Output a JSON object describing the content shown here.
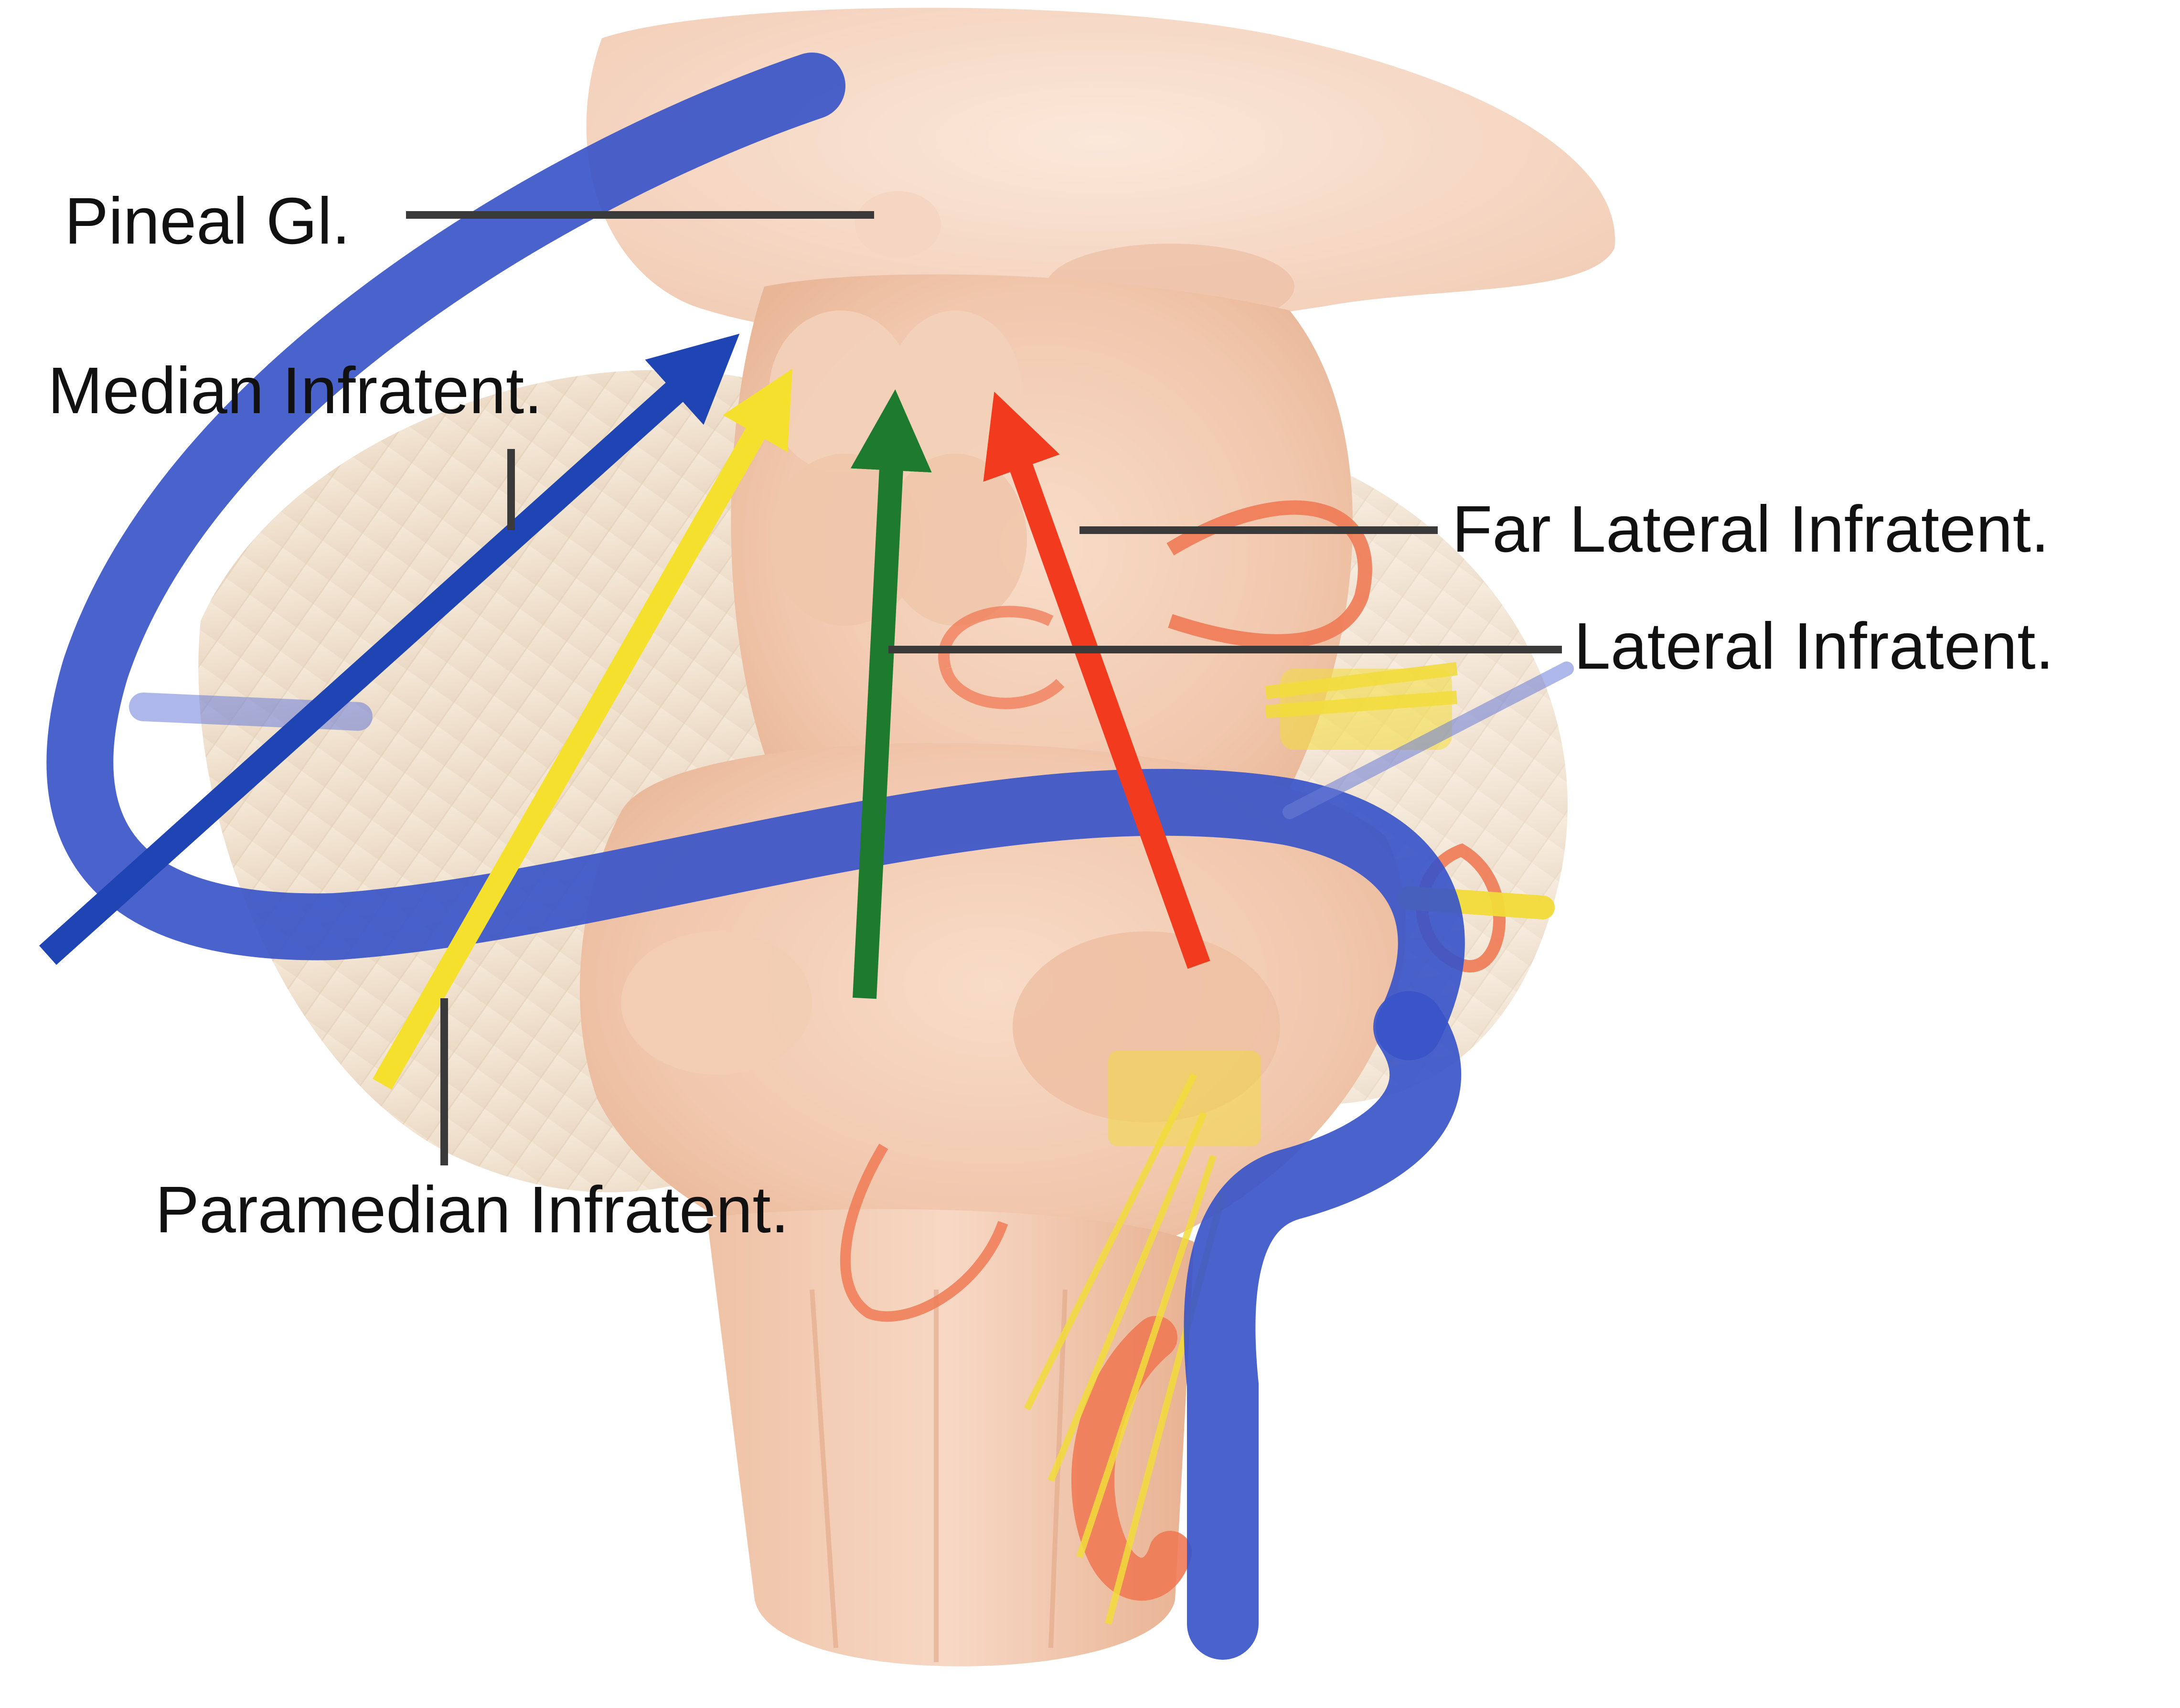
{
  "labels": {
    "pineal": "Pineal Gl.",
    "median": "Median Infratent.",
    "far_lateral": "Far Lateral Infratent.",
    "lateral": "Lateral Infratent.",
    "paramedian": "Paramedian Infratent."
  },
  "colors": {
    "background": "#ffffff",
    "label_text": "#111111",
    "leader_line": "#3a3a3a",
    "median_route": "#1f45b5",
    "paramedian_route": "#f5e12d",
    "lateral_route": "#1d7a2e",
    "far_lateral_route": "#f23a1e",
    "vein": "#3a55c8",
    "artery": "#f07a55",
    "nerve": "#f2dc3a",
    "tissue": "#f3cdb4",
    "cerebellum": "#eeddc6"
  },
  "approach_arrows": [
    {
      "id": "median",
      "color_key": "median_route"
    },
    {
      "id": "paramedian",
      "color_key": "paramedian_route"
    },
    {
      "id": "lateral",
      "color_key": "lateral_route"
    },
    {
      "id": "far_lateral",
      "color_key": "far_lateral_route"
    }
  ]
}
